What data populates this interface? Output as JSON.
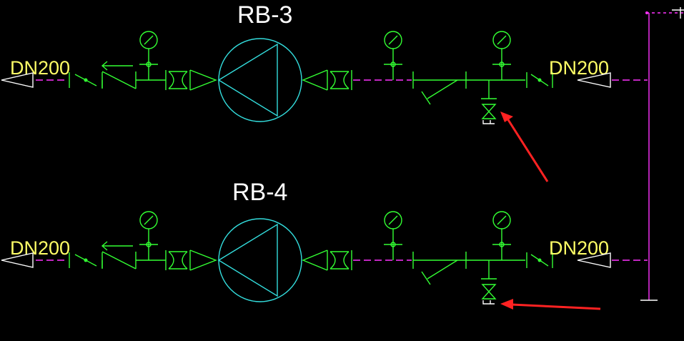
{
  "diagram": {
    "rows": [
      {
        "pump_label": "RB-3",
        "inlet_label": "DN200",
        "outlet_label": "DN200"
      },
      {
        "pump_label": "RB-4",
        "inlet_label": "DN200",
        "outlet_label": "DN200"
      }
    ]
  },
  "colors": {
    "background": "#000000",
    "equipment": "#33ff33",
    "pump": "#33dddd",
    "pipe": "#ff33ff",
    "label": "#ffffff",
    "pipe_size_label": "#ffff66",
    "annotation_arrow": "#ff2222"
  }
}
